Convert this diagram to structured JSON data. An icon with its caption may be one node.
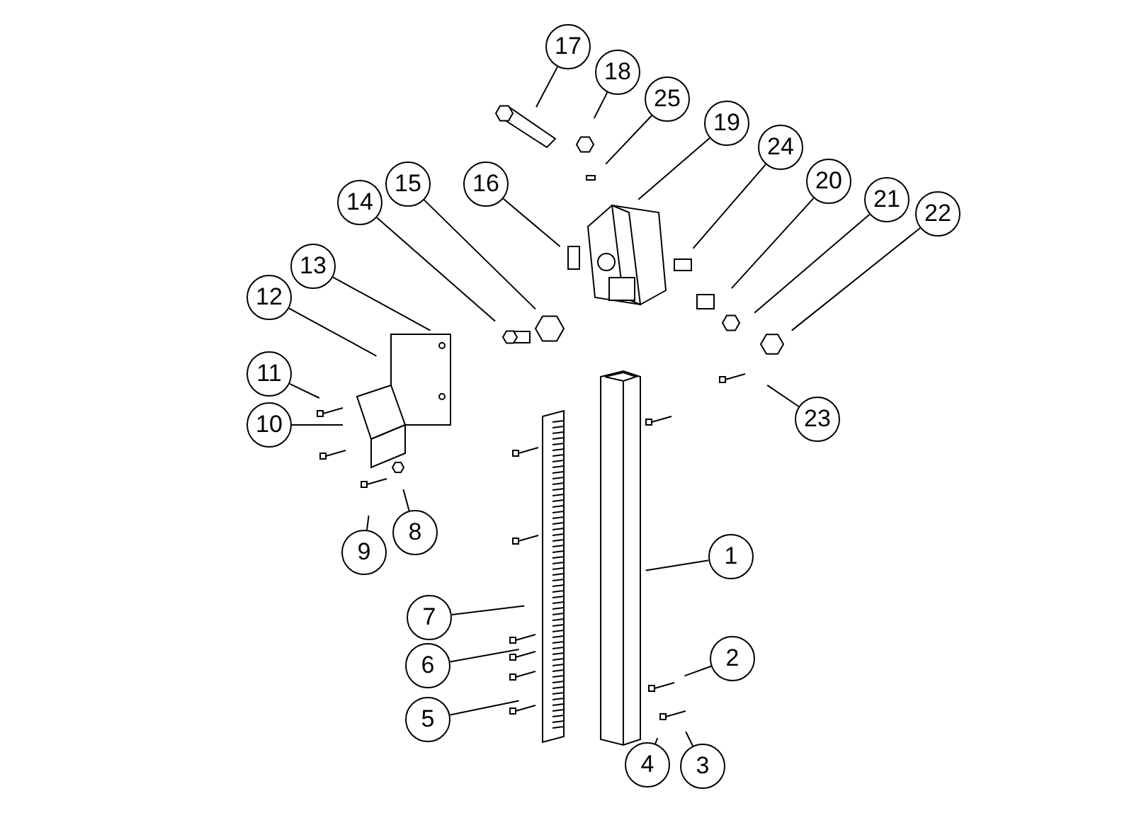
{
  "diagram": {
    "nodes": [
      {
        "text": [
          "17"
        ]
      },
      {
        "text": [
          "18"
        ]
      },
      {
        "text": [
          "25"
        ]
      },
      {
        "text": [
          "19"
        ]
      },
      {
        "text": [
          "24"
        ]
      },
      {
        "text": [
          "20"
        ]
      },
      {
        "text": [
          "21"
        ]
      },
      {
        "text": [
          "22"
        ]
      },
      {
        "text": [
          "16"
        ]
      },
      {
        "text": [
          "15"
        ]
      },
      {
        "text": [
          "14"
        ]
      },
      {
        "text": [
          "13"
        ]
      },
      {
        "text": [
          "12"
        ]
      },
      {
        "text": [
          "11"
        ]
      },
      {
        "text": [
          "10"
        ]
      },
      {
        "text": [
          "23"
        ]
      },
      {
        "text": [
          "8"
        ]
      },
      {
        "text": [
          "9"
        ]
      },
      {
        "text": [
          "1"
        ]
      },
      {
        "text": [
          "7"
        ]
      },
      {
        "text": [
          "6"
        ]
      },
      {
        "text": [
          "2"
        ]
      },
      {
        "text": [
          "5"
        ]
      },
      {
        "text": [
          "4"
        ]
      },
      {
        "text": [
          "3"
        ]
      }
    ],
    "edges": [
      {
        "from": 0,
        "to": null,
        "arrow": "none"
      },
      {
        "from": 1,
        "to": null,
        "arrow": "none"
      },
      {
        "from": 2,
        "to": null,
        "arrow": "none"
      },
      {
        "from": 3,
        "to": null,
        "arrow": "none"
      },
      {
        "from": 4,
        "to": null,
        "arrow": "none"
      },
      {
        "from": 5,
        "to": null,
        "arrow": "none"
      },
      {
        "from": 6,
        "to": null,
        "arrow": "none"
      },
      {
        "from": 7,
        "to": null,
        "arrow": "none"
      },
      {
        "from": 8,
        "to": null,
        "arrow": "none"
      },
      {
        "from": 9,
        "to": null,
        "arrow": "none"
      },
      {
        "from": 10,
        "to": null,
        "arrow": "none"
      },
      {
        "from": 11,
        "to": null,
        "arrow": "none"
      },
      {
        "from": 12,
        "to": null,
        "arrow": "none"
      },
      {
        "from": 13,
        "to": null,
        "arrow": "none"
      },
      {
        "from": 14,
        "to": null,
        "arrow": "none"
      },
      {
        "from": 15,
        "to": null,
        "arrow": "none"
      },
      {
        "from": 16,
        "to": null,
        "arrow": "none"
      },
      {
        "from": 17,
        "to": null,
        "arrow": "none"
      },
      {
        "from": 18,
        "to": null,
        "arrow": "none"
      },
      {
        "from": 19,
        "to": null,
        "arrow": "none"
      },
      {
        "from": 20,
        "to": null,
        "arrow": "none"
      },
      {
        "from": 21,
        "to": null,
        "arrow": "none"
      },
      {
        "from": 22,
        "to": null,
        "arrow": "none"
      },
      {
        "from": 23,
        "to": null,
        "arrow": "none"
      },
      {
        "from": 24,
        "to": null,
        "arrow": "none"
      }
    ]
  }
}
